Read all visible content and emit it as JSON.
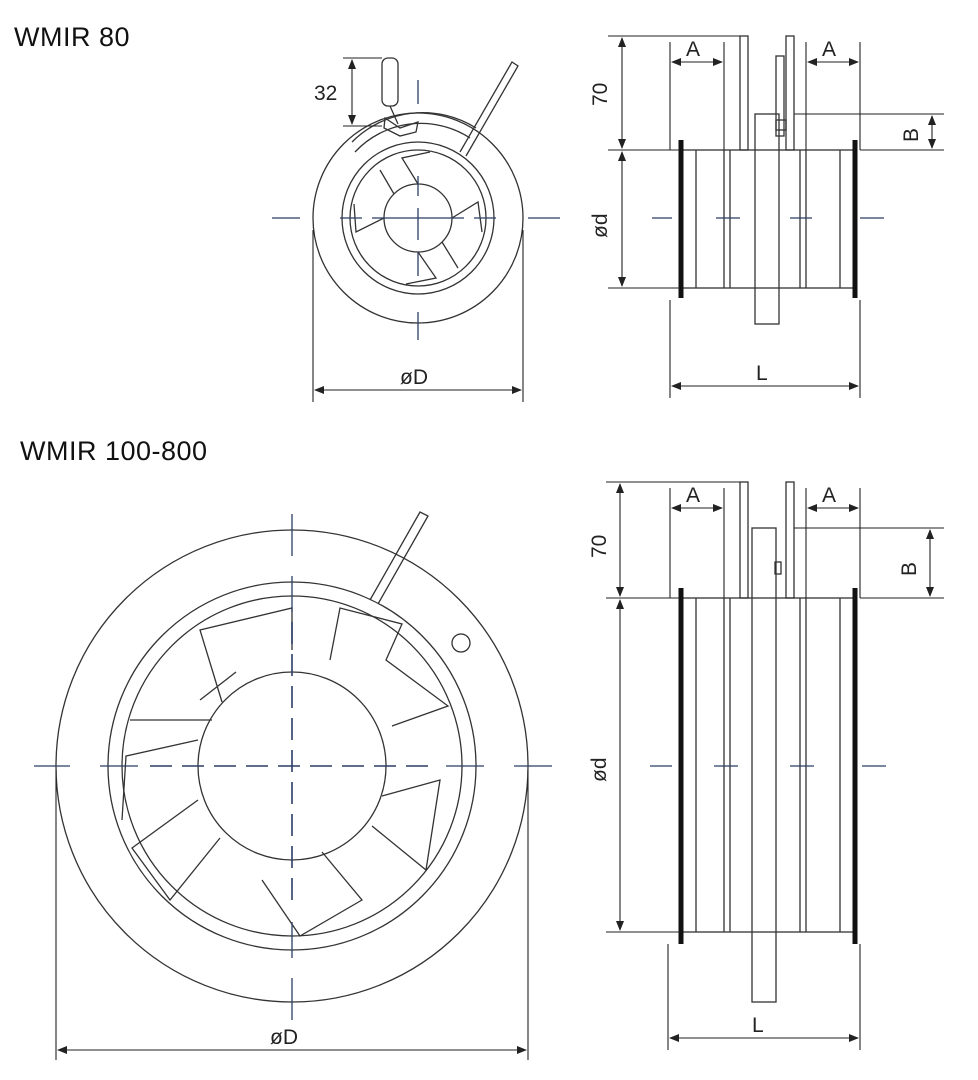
{
  "title_top": "WMIR 80",
  "title_bottom": "WMIR 100-800",
  "labels": {
    "dim_32": "32",
    "dim_70": "70",
    "dim_A": "A",
    "dim_B": "B",
    "dim_od": "ød",
    "dim_oD": "øD",
    "dim_L": "L"
  }
}
